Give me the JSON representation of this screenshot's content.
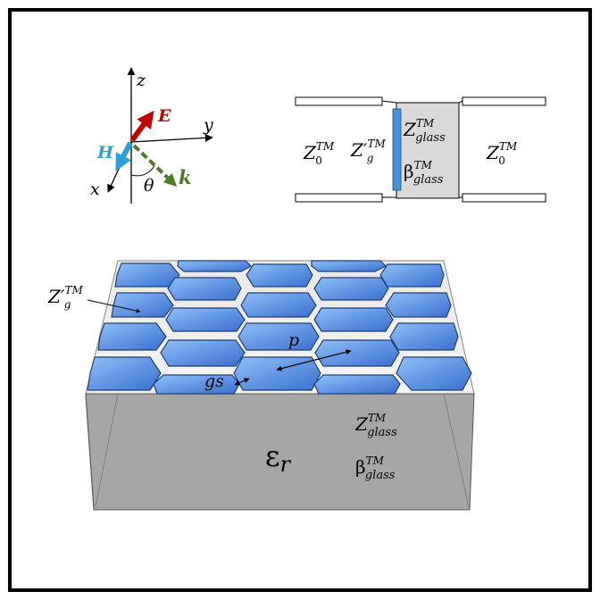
{
  "coordinate_system": {
    "axis_z": "z",
    "axis_y": "y",
    "axis_x": "x",
    "field_E": "E",
    "field_H": "H",
    "wave_k": "k",
    "angle": "θ",
    "colors": {
      "E": "#c00000",
      "H": "#2a9fd8",
      "k": "#4f7a28"
    }
  },
  "circuit": {
    "left_impedance": {
      "base": "Z",
      "sub": "0",
      "sup": "TM"
    },
    "graphene_impedance": {
      "base": "Z′",
      "sub": "g",
      "sup": "TM"
    },
    "glass_impedance": {
      "base": "Z",
      "sub": "glass",
      "sup": "TM"
    },
    "glass_beta": {
      "base": "β",
      "sub": "glass",
      "sup": "TM"
    },
    "right_impedance": {
      "base": "Z",
      "sub": "0",
      "sup": "TM"
    },
    "colors": {
      "graphene_bar": "#4a90d9",
      "glass_box": "#d9d9d9"
    }
  },
  "substrate": {
    "graphene_label": {
      "base": "Z′",
      "sub": "g",
      "sup": "TM"
    },
    "period_label": "p",
    "gap_label": "gs",
    "glass_impedance": {
      "base": "Z",
      "sub": "glass",
      "sup": "TM"
    },
    "glass_beta": {
      "base": "β",
      "sub": "glass",
      "sup": "TM"
    },
    "permittivity": {
      "base": "ε",
      "sub": "r"
    },
    "colors": {
      "patch": "#4a86e8",
      "substrate": "#a6a6a6"
    }
  }
}
